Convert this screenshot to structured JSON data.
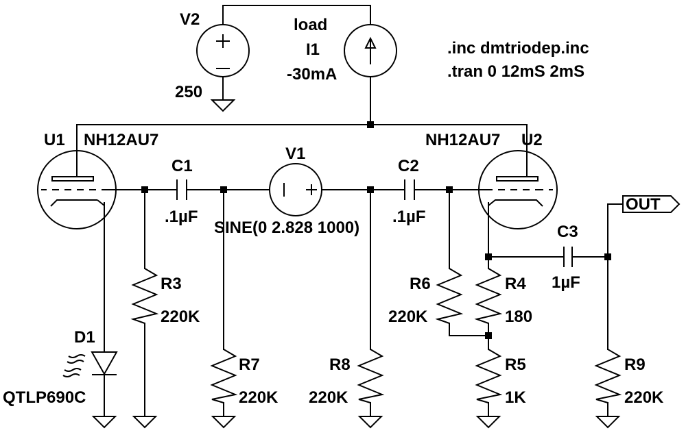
{
  "directives": {
    "include": ".inc dmtriodep.inc",
    "tran": ".tran 0 12mS 2mS"
  },
  "components": {
    "v2": {
      "name": "V2",
      "value": "250"
    },
    "i1": {
      "line1": "load",
      "name": "I1",
      "value": "-30mA"
    },
    "u1": {
      "name": "U1",
      "model": "NH12AU7"
    },
    "u2": {
      "name": "U2",
      "model": "NH12AU7"
    },
    "c1": {
      "name": "C1",
      "value": ".1µF"
    },
    "c2": {
      "name": "C2",
      "value": ".1µF"
    },
    "c3": {
      "name": "C3",
      "value": "1µF"
    },
    "v1": {
      "name": "V1",
      "value": "SINE(0 2.828 1000)"
    },
    "r3": {
      "name": "R3",
      "value": "220K"
    },
    "r4": {
      "name": "R4",
      "value": "180"
    },
    "r5": {
      "name": "R5",
      "value": "1K"
    },
    "r6": {
      "name": "R6",
      "value": "220K"
    },
    "r7": {
      "name": "R7",
      "value": "220K"
    },
    "r8": {
      "name": "R8",
      "value": "220K"
    },
    "r9": {
      "name": "R9",
      "value": "220K"
    },
    "d1": {
      "name": "D1",
      "model": "QTLP690C"
    }
  },
  "net_labels": {
    "out": "OUT"
  }
}
